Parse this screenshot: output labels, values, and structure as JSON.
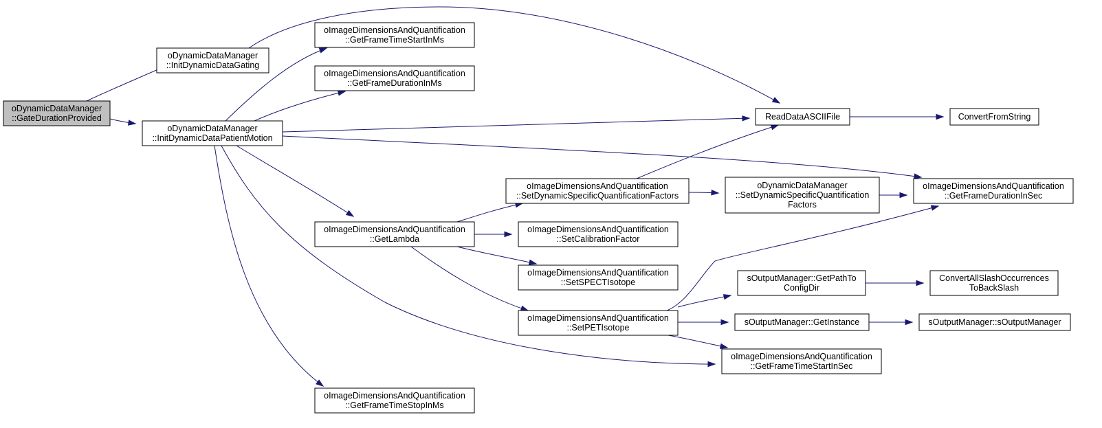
{
  "graph": {
    "colors": {
      "edge": "#191970",
      "root_fill": "#bfbfbf",
      "node_fill": "#ffffff",
      "node_border": "#000000"
    },
    "nodes": {
      "n_gate": [
        "oDynamicDataManager",
        "::GateDurationProvided"
      ],
      "n_initgating": [
        "oDynamicDataManager",
        "::InitDynamicDataGating"
      ],
      "n_initpm": [
        "oDynamicDataManager",
        "::InitDynamicDataPatientMotion"
      ],
      "n_gftsms": [
        "oImageDimensionsAndQuantification",
        "::GetFrameTimeStartInMs"
      ],
      "n_gfdms": [
        "oImageDimensionsAndQuantification",
        "::GetFrameDurationInMs"
      ],
      "n_read": [
        "ReadDataASCIIFile"
      ],
      "n_convert": [
        "ConvertFromString"
      ],
      "n_sdsqf": [
        "oImageDimensionsAndQuantification",
        "::SetDynamicSpecificQuantificationFactors"
      ],
      "n_ddmsdsqf": [
        "oDynamicDataManager",
        "::SetDynamicSpecificQuantification",
        "Factors"
      ],
      "n_gfds": [
        "oImageDimensionsAndQuantification",
        "::GetFrameDurationInSec"
      ],
      "n_getlambda": [
        "oImageDimensionsAndQuantification",
        "::GetLambda"
      ],
      "n_setcal": [
        "oImageDimensionsAndQuantification",
        "::SetCalibrationFactor"
      ],
      "n_setspect": [
        "oImageDimensionsAndQuantification",
        "::SetSPECTIsotope"
      ],
      "n_setpet": [
        "oImageDimensionsAndQuantification",
        "::SetPETIsotope"
      ],
      "n_getpath": [
        "sOutputManager::GetPathTo",
        "ConfigDir"
      ],
      "n_convslash": [
        "ConvertAllSlashOccurrences",
        "ToBackSlash"
      ],
      "n_getinst": [
        "sOutputManager::GetInstance"
      ],
      "n_som": [
        "sOutputManager::sOutputManager"
      ],
      "n_gftss": [
        "oImageDimensionsAndQuantification",
        "::GetFrameTimeStartInSec"
      ],
      "n_gftsp": [
        "oImageDimensionsAndQuantification",
        "::GetFrameTimeStopInMs"
      ]
    }
  }
}
